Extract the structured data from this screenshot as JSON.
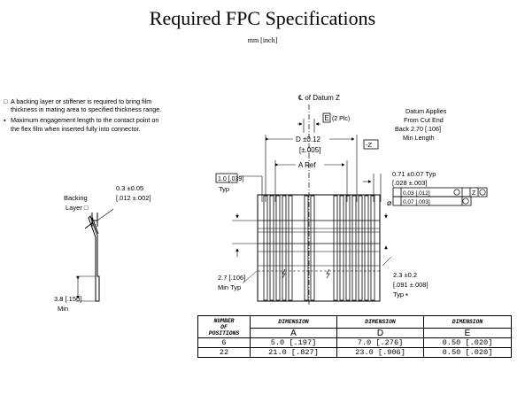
{
  "title": "Required FPC Specifications",
  "subtitle": "mm [inch]",
  "notes": [
    {
      "marker": "□",
      "text": "A backing layer or stiffener is required to bring film thickness in mating area to specified thickness range."
    },
    {
      "marker": "▪",
      "text": "Maximum engagement length to the contact point on the flex film when inserted fully into connector."
    }
  ],
  "side_view": {
    "backing_label_1": "Backing",
    "backing_label_2": "Layer □",
    "thickness_1": "0.3 ±0.05",
    "thickness_2": "[.012 ±.002]",
    "min_len_1": "3.8 [.150]",
    "min_len_2": "Min"
  },
  "top_view": {
    "datum_1": "℄ of Datum Z",
    "datum_box": "E",
    "datum_box_note": "(2 Plc)",
    "datum_z": "-Z",
    "d_1": "D ±0.12",
    "d_2": "[±.005]",
    "a_ref": "A Ref",
    "datum_applies_1": "Datum Applies",
    "datum_applies_2": "From Cut End",
    "datum_applies_3": "Back 2.70 [.106]",
    "datum_applies_4": "Min Length",
    "pitch_box": "1.0 [.039]",
    "pitch_typ": "Typ",
    "width_1": "0.71 ±0.07 Typ",
    "width_2": "[.028 ±.003]",
    "tol_sym": "⌀",
    "tol_1a": "0.03 [.012]",
    "tol_1b": "Z",
    "tol_2a": "0.07 [.003]",
    "cut_1": "2.7 [.106]",
    "cut_2": "Min Typ",
    "len_1": "2.3 ±0.2",
    "len_2": "[.091 ±.008]",
    "len_3": "Typ ▪"
  },
  "table": {
    "headers": {
      "pos_1": "NUMBER",
      "pos_2": "OF",
      "pos_3": "POSITIONS",
      "dim": "DIMENSION",
      "a": "A",
      "d": "D",
      "e": "E"
    },
    "rows": [
      {
        "positions": "6",
        "a": "5.0  [.197]",
        "d": "7.0  [.276]",
        "e": "0.50 [.020]"
      },
      {
        "positions": "22",
        "a": "21.0 [.827]",
        "d": "23.0 [.906]",
        "e": "0.50 [.020]"
      }
    ]
  }
}
